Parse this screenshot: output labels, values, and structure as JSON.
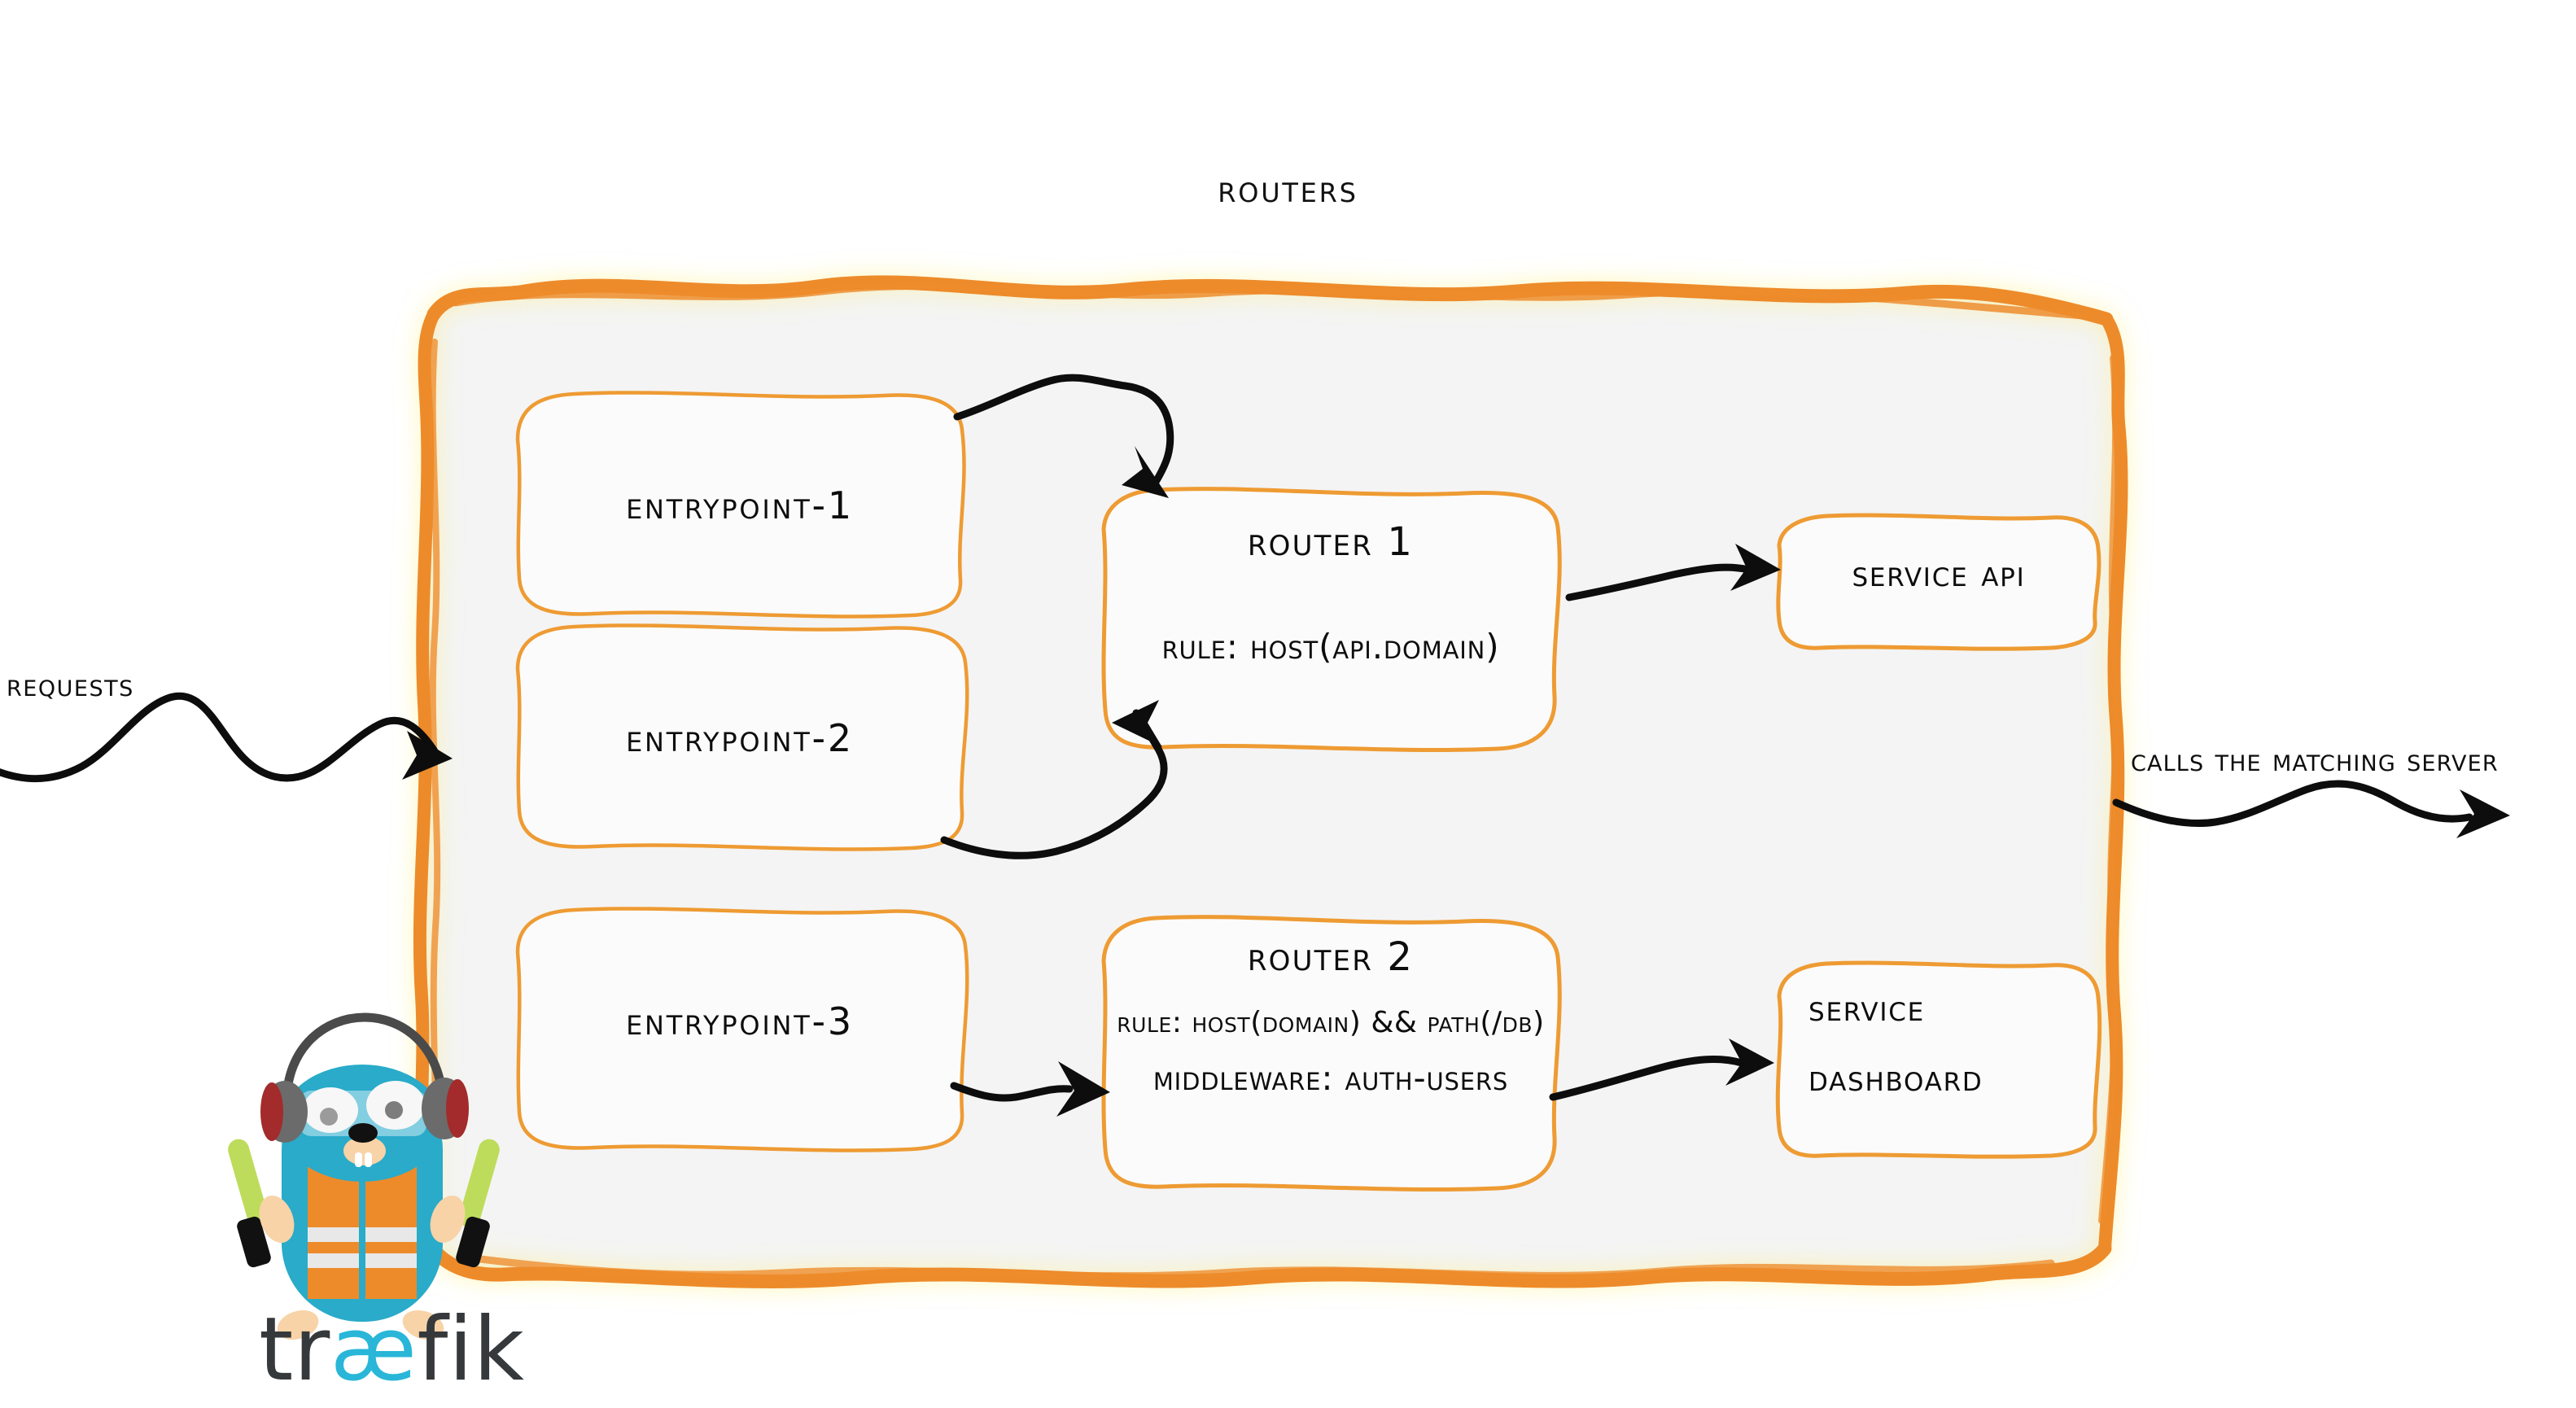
{
  "diagram": {
    "title": "Routers",
    "accent_color": "#ED8B2B",
    "panel_fill": "#f5f5f5",
    "text_color": "#0d0d0d"
  },
  "labels": {
    "requests": "Requests",
    "calls_server": "Calls the matching server"
  },
  "entrypoints": [
    {
      "label": "entrypoint-1"
    },
    {
      "label": "entrypoint-2"
    },
    {
      "label": "entrypoint-3"
    }
  ],
  "routers": [
    {
      "title": "Router 1",
      "rule": "rule: Host(api.domain)"
    },
    {
      "title": "Router 2",
      "rule": "rule: Host(domain) && Path(/db)",
      "middleware": "Middleware: auth-users"
    }
  ],
  "services": [
    {
      "label": "Service API"
    },
    {
      "line1": "Service",
      "line2": "Dashboard"
    }
  ],
  "brand": {
    "name_part1": "tr",
    "name_part2": "æ",
    "name_part3": "fik",
    "gopher_body_color": "#29ABC9",
    "vest_color": "#ED8B2B",
    "baton_color": "#BEDC5C",
    "headphone_color": "#575757",
    "headphone_accent": "#A32B2B"
  }
}
